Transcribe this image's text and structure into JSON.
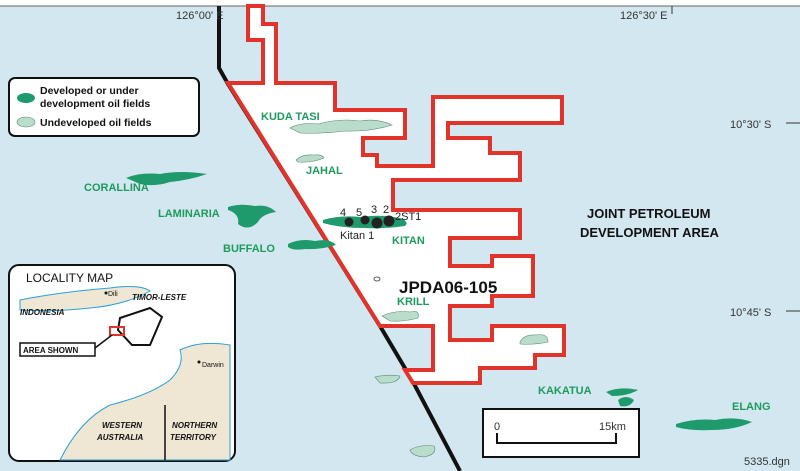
{
  "colors": {
    "sea": "#d3e7f0",
    "boundary": "#e2332a",
    "developed": "#1f9a6c",
    "undeveloped": "#b9dccb",
    "label": "#1e9a5f",
    "land": "#efe6d3"
  },
  "coordinates": {
    "lon_left": "126°00' E",
    "lon_right": "126°30' E",
    "lat_top": "10°30' S",
    "lat_bottom": "10°45' S"
  },
  "legend": {
    "developed_line1": "Developed or under",
    "developed_line2": "development oil fields",
    "undeveloped": "Undeveloped oil fields"
  },
  "fields": {
    "kuda_tasi": "KUDA TASI",
    "jahal": "JAHAL",
    "corallina": "CORALLINA",
    "laminaria": "LAMINARIA",
    "buffalo": "BUFFALO",
    "kitan": "KITAN",
    "krill": "KRILL",
    "kakatua": "KAKATUA",
    "elang": "ELANG"
  },
  "wells": {
    "w4": "4",
    "w5": "5",
    "w3": "3",
    "w2": "2",
    "w2st1": "2ST1",
    "kitan1": "Kitan 1"
  },
  "area": {
    "line1": "JOINT PETROLEUM",
    "line2": "DEVELOPMENT AREA",
    "license": "JPDA06-105"
  },
  "scale": {
    "start": "0",
    "end": "15km"
  },
  "locality": {
    "title": "LOCALITY MAP",
    "dili": "Dili",
    "timor_leste": "TIMOR-LESTE",
    "indonesia": "INDONESIA",
    "area_shown": "AREA SHOWN",
    "darwin": "Darwin",
    "wa1": "WESTERN",
    "wa2": "AUSTRALIA",
    "nt1": "NORTHERN",
    "nt2": "TERRITORY"
  },
  "file_ref": "5335.dgn"
}
